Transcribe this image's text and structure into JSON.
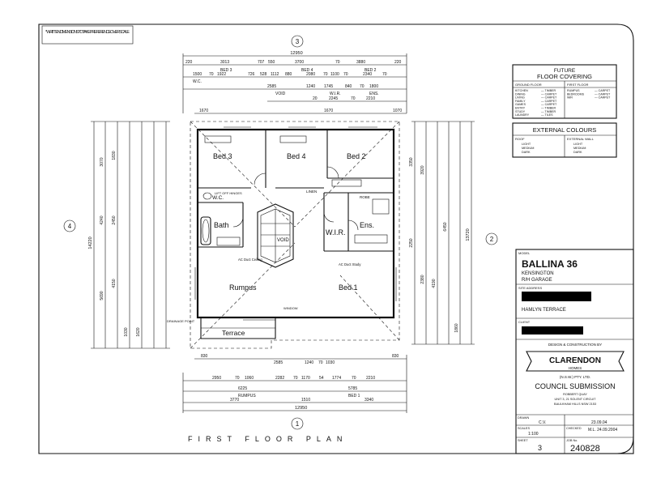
{
  "note": "* WRITTEN DIMENSIONS TO TAKE PREFERENCE OVER SCALE",
  "plan_title": "FIRST FLOOR PLAN",
  "markers": {
    "top": "3",
    "bottom": "1",
    "left": "4",
    "right": "2"
  },
  "rooms": {
    "bed3": "Bed 3",
    "bed4": "Bed 4",
    "bed2": "Bed 2",
    "bath": "Bath",
    "wc": "W.C.",
    "wir": "W.I.R.",
    "ens": "Ens.",
    "void": "VOID",
    "rumpus": "Rumpus",
    "bed1": "Bed 1",
    "terrace": "Terrace",
    "robe": "ROBE",
    "linen": "LINEN"
  },
  "plan_notes": {
    "ac_duct_ceiling": "AC Duct Ceiling",
    "ac_duct_study": "AC Duct Study",
    "window": "WINDOW",
    "lift_off": "LIFT OFF HINGES",
    "drainage": "DRAINAGE POINT"
  },
  "dims": {
    "total_width": "12950",
    "top_row1": [
      "220",
      "3013",
      "707",
      "550",
      "3700",
      "70",
      "3880",
      "220"
    ],
    "top_row2": [
      "1500",
      "70",
      "1922",
      "726",
      "528",
      "1112",
      "880",
      "2080",
      "70",
      "1100",
      "70",
      "2340",
      "70"
    ],
    "top_labels": [
      "BED 3",
      "BED 4",
      "BED 2",
      "W.C.",
      "VOID",
      "W.I.R.",
      "ENS."
    ],
    "top_row3": [
      "2585",
      "1240",
      "1745",
      "840",
      "70",
      "1800"
    ],
    "top_row4": [
      "20",
      "2245",
      "70",
      "2210"
    ],
    "top_small": [
      "1670",
      "1670",
      "1070"
    ],
    "bottom_row1": [
      "830",
      "2585",
      "1240",
      "70",
      "1030",
      "830"
    ],
    "bottom_row2": [
      "2950",
      "70",
      "1060",
      "2282",
      "70",
      "1170",
      "54",
      "1774",
      "70",
      "2210"
    ],
    "bottom_row3": [
      "6225",
      "5785"
    ],
    "bottom_labels": [
      "RUMPUS",
      "BED 1"
    ],
    "bottom_row4": [
      "3770",
      "1510",
      "3340"
    ],
    "bottom_total": "12950",
    "left_total": "14220",
    "left_parts": [
      "3070",
      "4240",
      "5690",
      "1830",
      "2450",
      "4150",
      "1030",
      "1620"
    ],
    "right_total": "13720",
    "right_parts": [
      "3350",
      "3920",
      "2250",
      "2380",
      "6450",
      "4190",
      "1860"
    ]
  },
  "floor_covering": {
    "title_line1": "FUTURE",
    "title_line2": "FLOOR COVERING",
    "col1": "GROUND FLOOR",
    "col2": "FIRST FLOOR",
    "rows": [
      [
        "KITCHEN",
        "TIMBER",
        "RUMPUS",
        "CARPET"
      ],
      [
        "DINING",
        "CARPET",
        "BEDROOMS",
        "CARPET"
      ],
      [
        "LIVING",
        "CARPET",
        "WIR",
        "CARPET"
      ],
      [
        "FAMILY",
        "CARPET",
        "",
        ""
      ],
      [
        "GAMES",
        "CARPET",
        "",
        ""
      ],
      [
        "ENTRY",
        "TIMBER",
        "",
        ""
      ],
      [
        "STUDY",
        "TIMBER",
        "",
        ""
      ],
      [
        "LAUNDRY",
        "TILES",
        "",
        ""
      ]
    ]
  },
  "external_colours": {
    "title": "EXTERNAL COLOURS",
    "col1": "ROOF",
    "col2": "EXTERNAL WALL",
    "rows": [
      [
        "LIGHT",
        "LIGHT"
      ],
      [
        "MEDIUM",
        "MEDIUM"
      ],
      [
        "DARK",
        "DARK"
      ]
    ]
  },
  "title_block": {
    "model_label": "MODEL",
    "model": "BALLINA 36",
    "model_sub1": "KENSINGTON",
    "model_sub2": "R/H GARAGE",
    "site_label": "SITE ADDRESS",
    "site_street": "HAMLYN TERRACE",
    "client_label": "CLIENT",
    "design_label": "DESIGN & CONSTRUCTION BY",
    "logo": "CLARENDON",
    "logo_sub": "HOMES",
    "company": "(N.S.W.) PTY. LTD.",
    "submission": "COUNCIL SUBMISSION",
    "address1": "ROBBERT QUAY",
    "address2": "UNIT 3, 21 SOLENT CIRCUIT",
    "address3": "BAULKHAM HILLS NSW 2153",
    "drawn_label": "DRAWN",
    "drawn": "C.V.",
    "drawn_date": "23.09.04",
    "checked_label": "CHECKED",
    "checked": "M.L. 24.09.2004",
    "scales_label": "SCALES",
    "scale": "1:100",
    "sheet_label": "SHEET",
    "sheet": "3",
    "job_label": "JOB No.",
    "job": "240828"
  }
}
